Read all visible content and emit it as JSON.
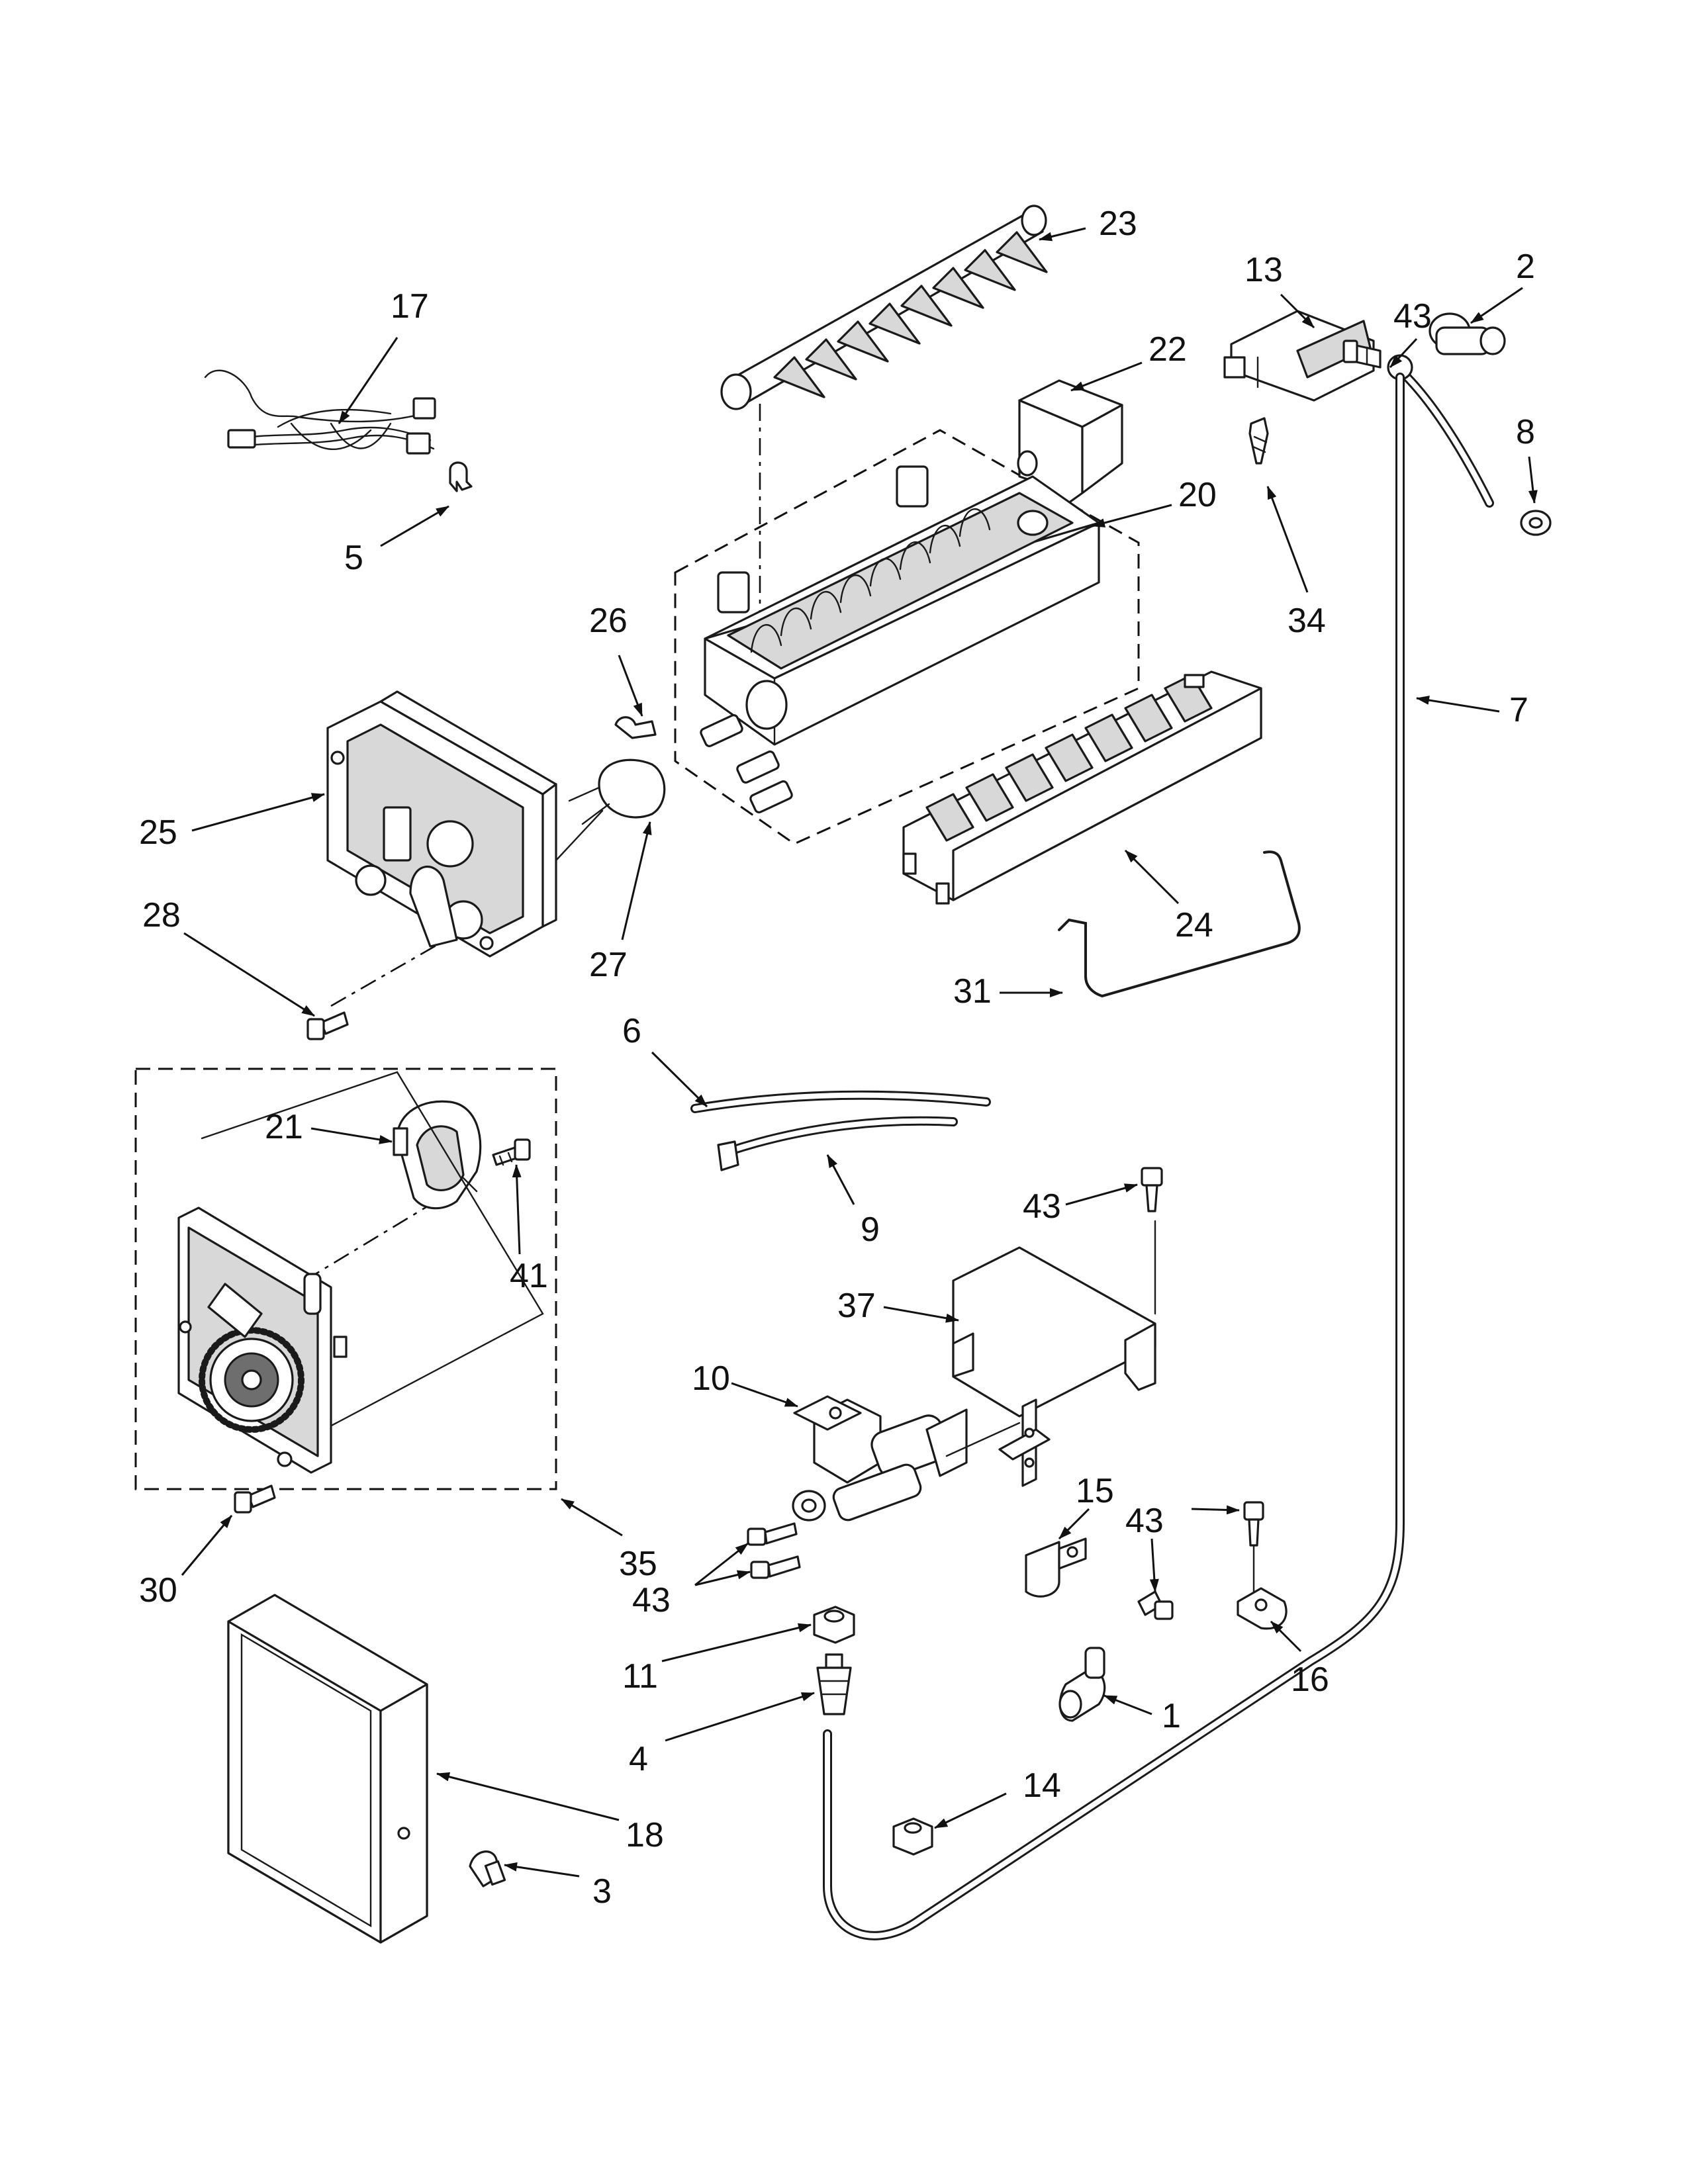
{
  "callouts": [
    {
      "id": "c23",
      "text": "23"
    },
    {
      "id": "c17",
      "text": "17"
    },
    {
      "id": "c13",
      "text": "13"
    },
    {
      "id": "c2",
      "text": "2"
    },
    {
      "id": "c43a",
      "text": "43"
    },
    {
      "id": "c22",
      "text": "22"
    },
    {
      "id": "c8",
      "text": "8"
    },
    {
      "id": "c5",
      "text": "5"
    },
    {
      "id": "c20",
      "text": "20"
    },
    {
      "id": "c34",
      "text": "34"
    },
    {
      "id": "c26",
      "text": "26"
    },
    {
      "id": "c7",
      "text": "7"
    },
    {
      "id": "c25",
      "text": "25"
    },
    {
      "id": "c24",
      "text": "24"
    },
    {
      "id": "c28",
      "text": "28"
    },
    {
      "id": "c27",
      "text": "27"
    },
    {
      "id": "c31",
      "text": "31"
    },
    {
      "id": "c6",
      "text": "6"
    },
    {
      "id": "c21",
      "text": "21"
    },
    {
      "id": "c41",
      "text": "41"
    },
    {
      "id": "c9",
      "text": "9"
    },
    {
      "id": "c43b",
      "text": "43"
    },
    {
      "id": "c37",
      "text": "37"
    },
    {
      "id": "c10",
      "text": "10"
    },
    {
      "id": "c15",
      "text": "15"
    },
    {
      "id": "c43c",
      "text": "43"
    },
    {
      "id": "c30",
      "text": "30"
    },
    {
      "id": "c35",
      "text": "35"
    },
    {
      "id": "c43d",
      "text": "43"
    },
    {
      "id": "c16",
      "text": "16"
    },
    {
      "id": "c11",
      "text": "11"
    },
    {
      "id": "c1",
      "text": "1"
    },
    {
      "id": "c4",
      "text": "4"
    },
    {
      "id": "c14",
      "text": "14"
    },
    {
      "id": "c18",
      "text": "18"
    },
    {
      "id": "c3",
      "text": "3"
    }
  ]
}
